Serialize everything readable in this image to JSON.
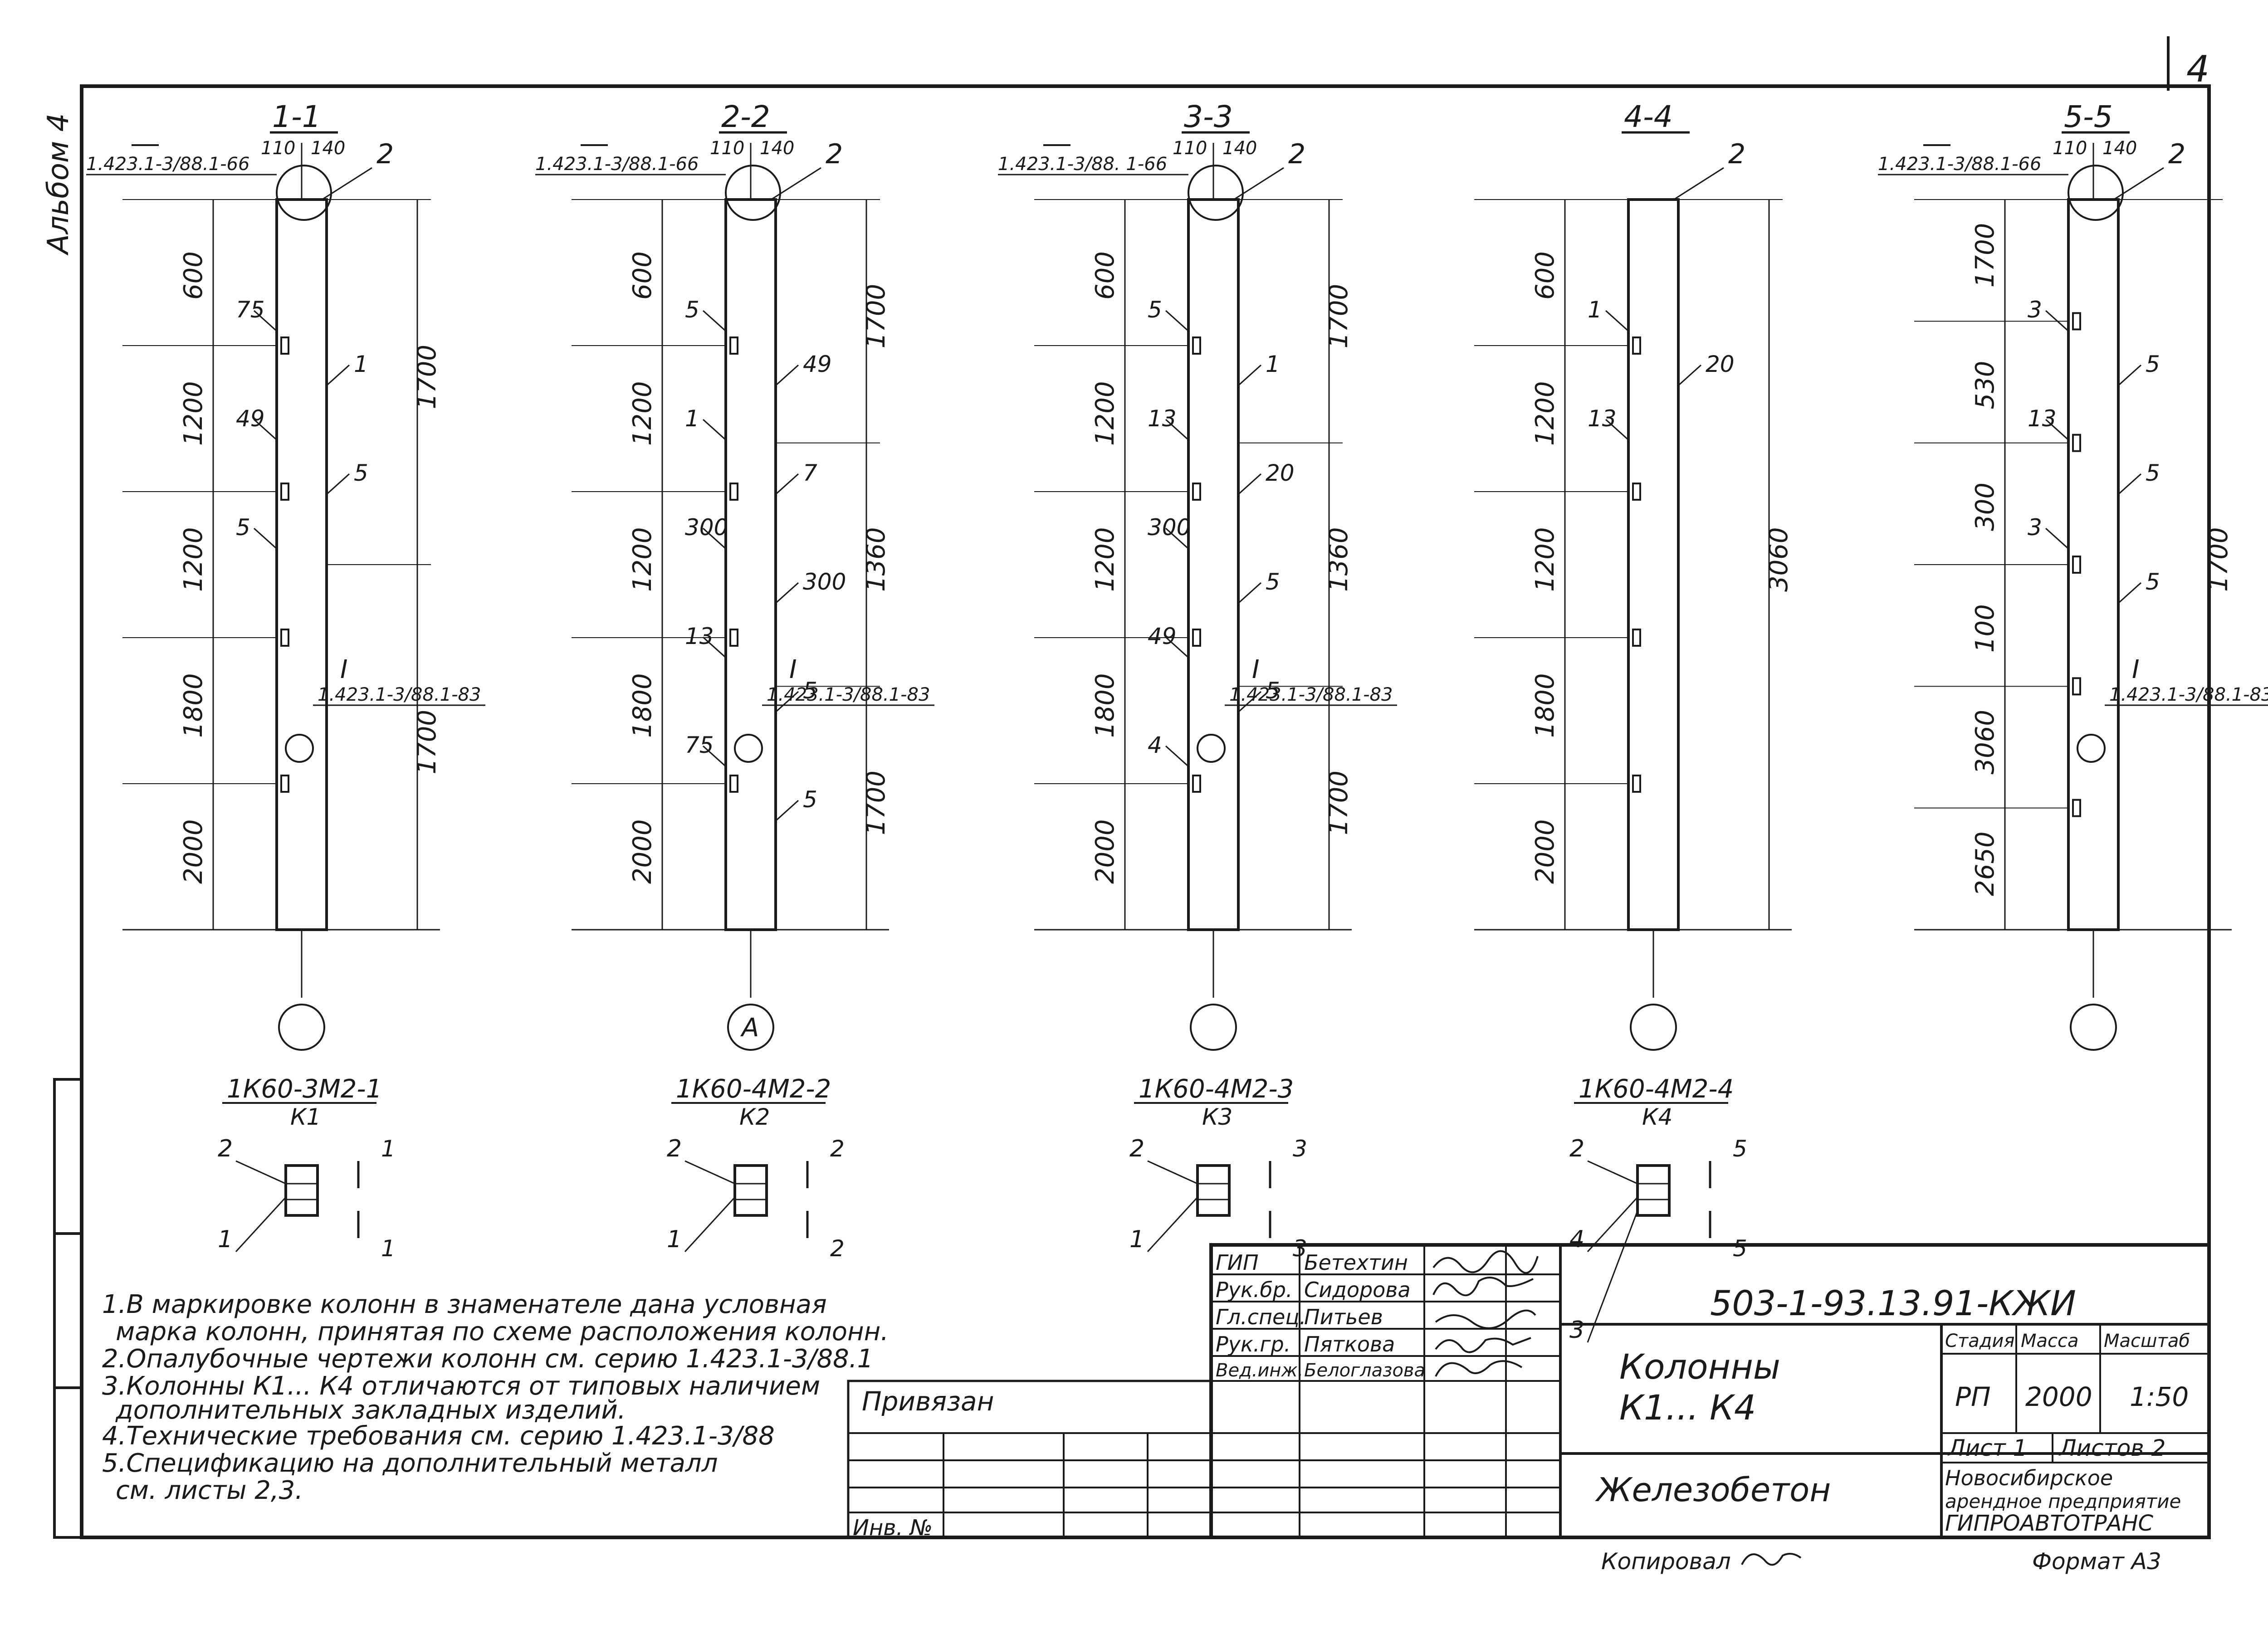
{
  "sheet": {
    "corner_sheet_number": "4",
    "album_label": "Альбом 4",
    "copied_label": "Копировал",
    "format_label": "Формат А3"
  },
  "sections": [
    {
      "title": "1-1",
      "ref_top": "1.423.1-3/88.1-66",
      "dims_top": [
        "110",
        "140"
      ],
      "lead_label": "2",
      "left_dims": [
        "600",
        "1200",
        "1200",
        "1800",
        "2000"
      ],
      "right_dims": [
        "1700",
        "1700"
      ],
      "callouts": [
        "75",
        "1",
        "49",
        "5",
        "5"
      ],
      "ref_node": {
        "mark": "I",
        "ref": "1.423.1-3/88.1-83"
      },
      "axis": "",
      "mark": "1К60-3М2-1",
      "mark_sub": "К1",
      "cut": "1",
      "plan_labels": [
        "2",
        "1"
      ]
    },
    {
      "title": "2-2",
      "ref_top": "1.423.1-3/88.1-66",
      "dims_top": [
        "110",
        "140"
      ],
      "lead_label": "2",
      "left_dims": [
        "600",
        "1200",
        "1200",
        "1800",
        "2000"
      ],
      "right_dims": [
        "1700",
        "1360",
        "1700"
      ],
      "callouts": [
        "5",
        "49",
        "1",
        "7",
        "300",
        "300",
        "13",
        "5",
        "75",
        "5"
      ],
      "ref_node": {
        "mark": "I",
        "ref": "1.423.1-3/88.1-83"
      },
      "axis": "A",
      "mark": "1К60-4М2-2",
      "mark_sub": "К2",
      "cut": "2",
      "plan_labels": [
        "2",
        "1"
      ]
    },
    {
      "title": "3-3",
      "ref_top": "1.423.1-3/88. 1-66",
      "dims_top": [
        "110",
        "140"
      ],
      "lead_label": "2",
      "left_dims": [
        "600",
        "1200",
        "1200",
        "1800",
        "2000"
      ],
      "right_dims": [
        "1700",
        "1360",
        "1700"
      ],
      "callouts": [
        "5",
        "1",
        "13",
        "20",
        "300",
        "5",
        "49",
        "5",
        "4"
      ],
      "ref_node": {
        "mark": "I",
        "ref": "1.423.1-3/88.1-83"
      },
      "axis": "",
      "mark": "1К60-4М2-3",
      "mark_sub": "К3",
      "cut": "3",
      "plan_labels": [
        "2",
        "1"
      ]
    },
    {
      "title": "4-4",
      "ref_top": "",
      "dims_top": [],
      "lead_label": "2",
      "left_dims": [
        "600",
        "1200",
        "1200",
        "1800",
        "2000"
      ],
      "right_dims": [
        "3060"
      ],
      "callouts": [
        "1",
        "20",
        "13"
      ],
      "ref_node": {
        "mark": "",
        "ref": ""
      },
      "axis": "",
      "mark": "1К60-4М2-4",
      "mark_sub": "К4",
      "cut": "5",
      "plan_labels": [
        "2",
        "4",
        "3"
      ]
    },
    {
      "title": "5-5",
      "ref_top": "1.423.1-3/88.1-66",
      "dims_top": [
        "110",
        "140"
      ],
      "lead_label": "2",
      "left_dims": [
        "1700",
        "530",
        "300",
        "100",
        "3060",
        "2650"
      ],
      "right_dims": [
        "1700"
      ],
      "callouts": [
        "3",
        "5",
        "13",
        "5",
        "3",
        "5"
      ],
      "ref_node": {
        "mark": "I",
        "ref": "1.423.1-3/88.1-83"
      },
      "axis": "",
      "mark": "",
      "mark_sub": "",
      "cut": "",
      "plan_labels": []
    }
  ],
  "notes": [
    "1.В маркировке колонн в знаменателе дана условная",
    "марка колонн, принятая по схеме расположения колонн.",
    "2.Опалубочные чертежи колонн см. серию 1.423.1-3/88.1",
    "3.Колонны К1... К4 отличаются от типовых наличием",
    "дополнительных закладных изделий.",
    "4.Технические требования см. серию 1.423.1-3/88",
    "5.Спецификацию на дополнительный металл",
    "см. листы 2,3."
  ],
  "binding": {
    "privyazan": "Привязан",
    "inv": "Инв. №"
  },
  "stamp": {
    "code": "503-1-93.13.91-КЖИ",
    "title_line1": "Колонны",
    "title_line2": "К1... К4",
    "material": "Железобетон",
    "roles": [
      {
        "role": "ГИП",
        "name": "Бетехтин"
      },
      {
        "role": "Рук.бр.",
        "name": "Сидорова"
      },
      {
        "role": "Гл.спец.",
        "name": "Питьев"
      },
      {
        "role": "Рук.гр.",
        "name": "Пяткова"
      },
      {
        "role": "Вед.инж.",
        "name": "Белоглазова"
      }
    ],
    "headers": {
      "stage": "Стадия",
      "mass": "Масса",
      "scale": "Масштаб"
    },
    "values": {
      "stage": "РП",
      "mass": "2000",
      "scale": "1:50"
    },
    "sheet_label": "Лист 1",
    "sheets_label": "Листов 2",
    "org": [
      "Новосибирское",
      "арендное предприятие",
      "ГИПРОАВТОТРАНС"
    ]
  }
}
